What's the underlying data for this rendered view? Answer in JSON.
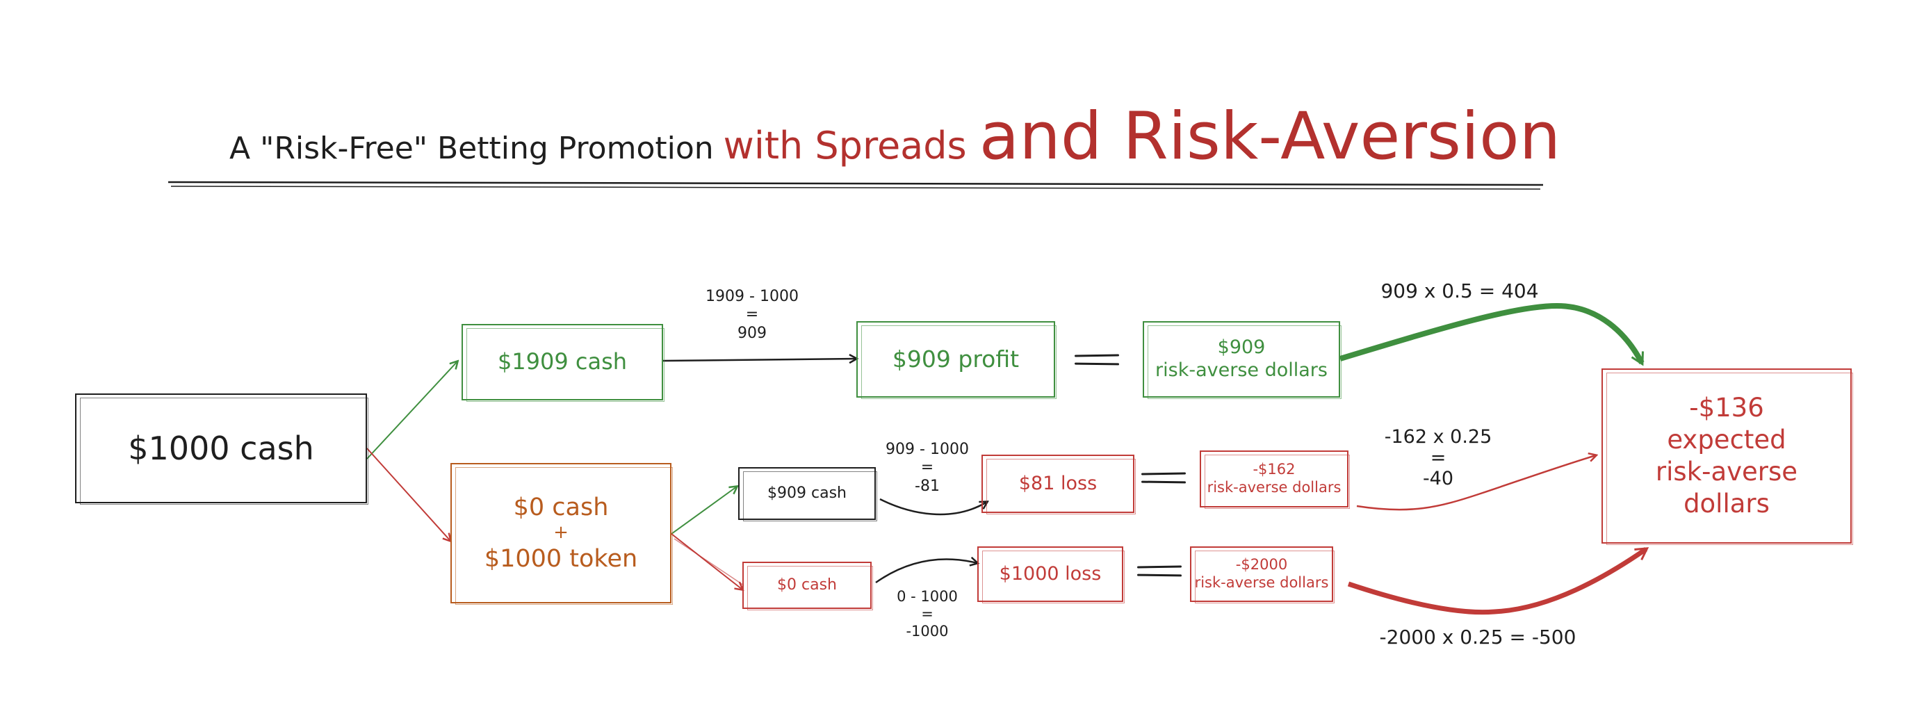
{
  "title": {
    "part1": "A \"Risk-Free\" Betting Promotion",
    "part2": "with Spreads",
    "part3": "and Risk-Aversion"
  },
  "nodes": {
    "start": {
      "text": "$1000 cash"
    },
    "win_cash": {
      "text": "$1909 cash"
    },
    "win_profit": {
      "text": "$909 profit"
    },
    "win_ra": {
      "line1": "$909",
      "line2": "risk-averse dollars"
    },
    "token": {
      "line1": "$0 cash",
      "line2": "+",
      "line3": "$1000 token"
    },
    "token_win_cash": {
      "text": "$909 cash"
    },
    "token_win_loss": {
      "text": "$81 loss"
    },
    "token_win_ra": {
      "line1": "-$162",
      "line2": "risk-averse dollars"
    },
    "token_lose_cash": {
      "text": "$0 cash"
    },
    "token_lose_loss": {
      "text": "$1000 loss"
    },
    "token_lose_ra": {
      "line1": "-$2000",
      "line2": "risk-averse dollars"
    },
    "result": {
      "line1": "-$136",
      "line2": "expected",
      "line3": "risk-averse",
      "line4": "dollars"
    }
  },
  "labels": {
    "win_calc": {
      "line1": "1909 - 1000",
      "line2": "=",
      "line3": "909"
    },
    "token_win_calc": {
      "line1": "909 - 1000",
      "line2": "=",
      "line3": "-81"
    },
    "token_lose_calc": {
      "line1": "0 - 1000",
      "line2": "=",
      "line3": "-1000"
    },
    "win_ev": "909 x 0.5 = 404",
    "mid_ev": {
      "line1": "-162 x 0.25",
      "line2": "=",
      "line3": "-40"
    },
    "lose_ev": "-2000 x 0.25 = -500"
  },
  "colors": {
    "black": "#1e1e1e",
    "green": "#3f8f3f",
    "orange": "#b85c1e",
    "red": "#c13b38"
  }
}
